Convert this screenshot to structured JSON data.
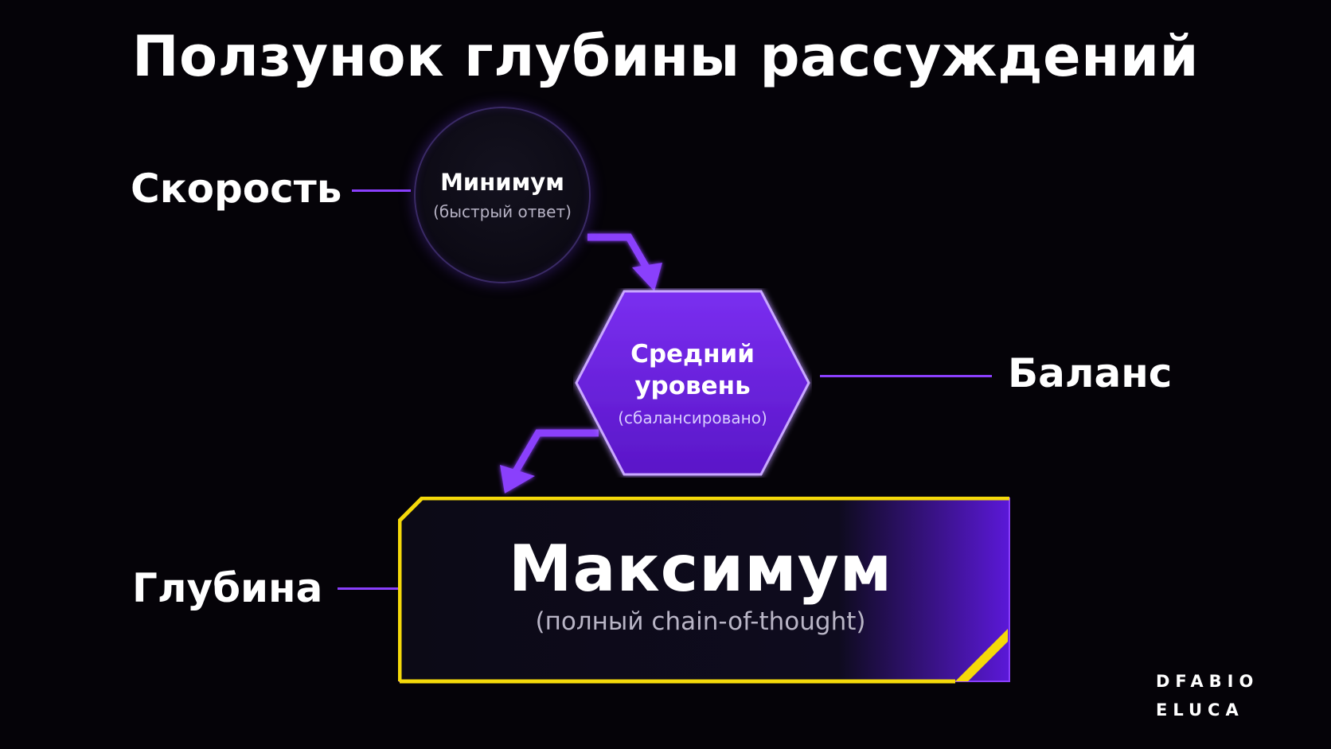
{
  "title": "Ползунок глубины рассуждений",
  "labels": {
    "speed": "Скорость",
    "balance": "Баланс",
    "depth": "Глубина"
  },
  "nodes": {
    "minimum": {
      "main": "Минимум",
      "sub": "(быстрый ответ)"
    },
    "medium": {
      "main": "Средний уровень",
      "sub": "(сбалансировано)"
    },
    "maximum": {
      "main": "Максимум",
      "sub": "(полный chain-of-thought)"
    }
  },
  "logo": {
    "line1": "DFABIO",
    "line2": "ELUCA"
  },
  "colors": {
    "background": "#050308",
    "accent_purple": "#8a3ffc",
    "hex_fill": "#6a1fe0",
    "max_border_yellow": "#f5d90a"
  }
}
